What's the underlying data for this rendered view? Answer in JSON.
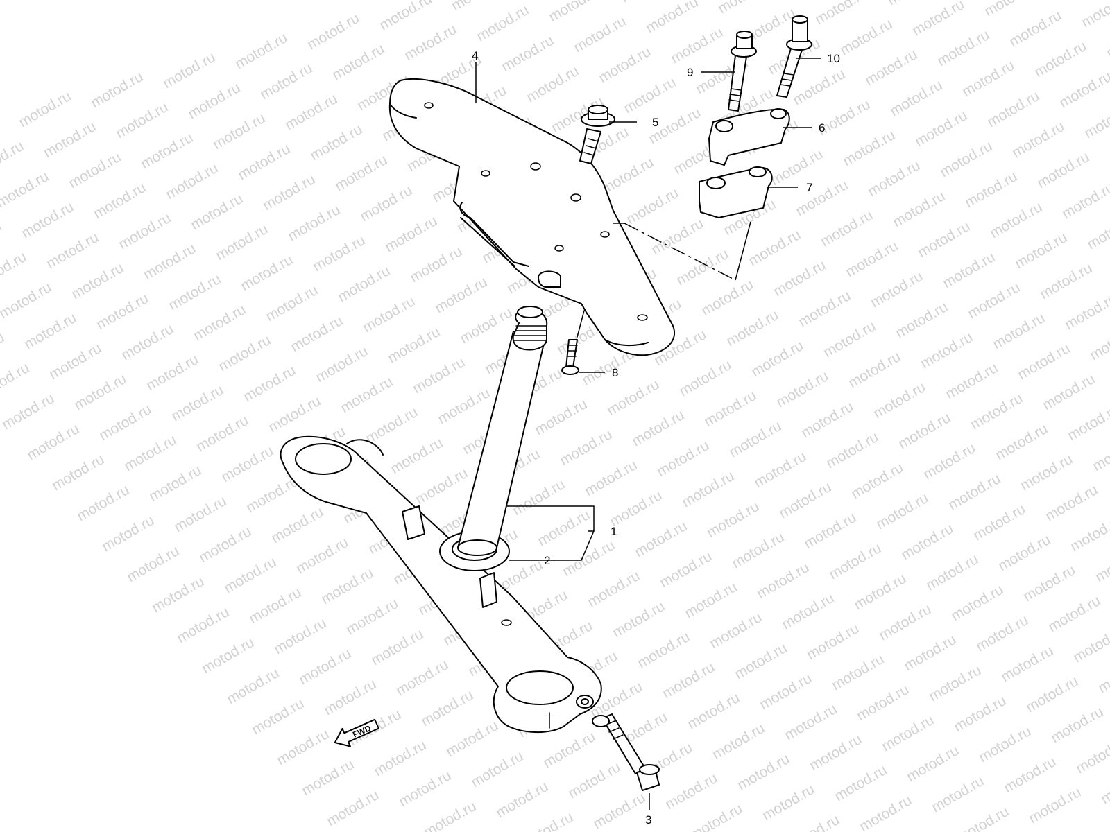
{
  "watermark": {
    "text": "motod.ru",
    "color": "#d2d2d2"
  },
  "line_color": "#000000",
  "callouts": [
    {
      "id": "1",
      "label": "1",
      "part": "steering-stem-assembly"
    },
    {
      "id": "2",
      "label": "2",
      "part": "stem-bearing-seal"
    },
    {
      "id": "3",
      "label": "3",
      "part": "clamp-bolt"
    },
    {
      "id": "4",
      "label": "4",
      "part": "upper-bracket"
    },
    {
      "id": "5",
      "label": "5",
      "part": "stem-head-bolt"
    },
    {
      "id": "6",
      "label": "6",
      "part": "handlebar-upper-holder"
    },
    {
      "id": "7",
      "label": "7",
      "part": "handlebar-lower-holder"
    },
    {
      "id": "8",
      "label": "8",
      "part": "bracket-screw"
    },
    {
      "id": "9",
      "label": "9",
      "part": "holder-bolt-short"
    },
    {
      "id": "10",
      "label": "10",
      "part": "holder-bolt-long"
    }
  ],
  "fwd_badge": {
    "label": "FWD",
    "icon": "forward-arrow-icon"
  }
}
